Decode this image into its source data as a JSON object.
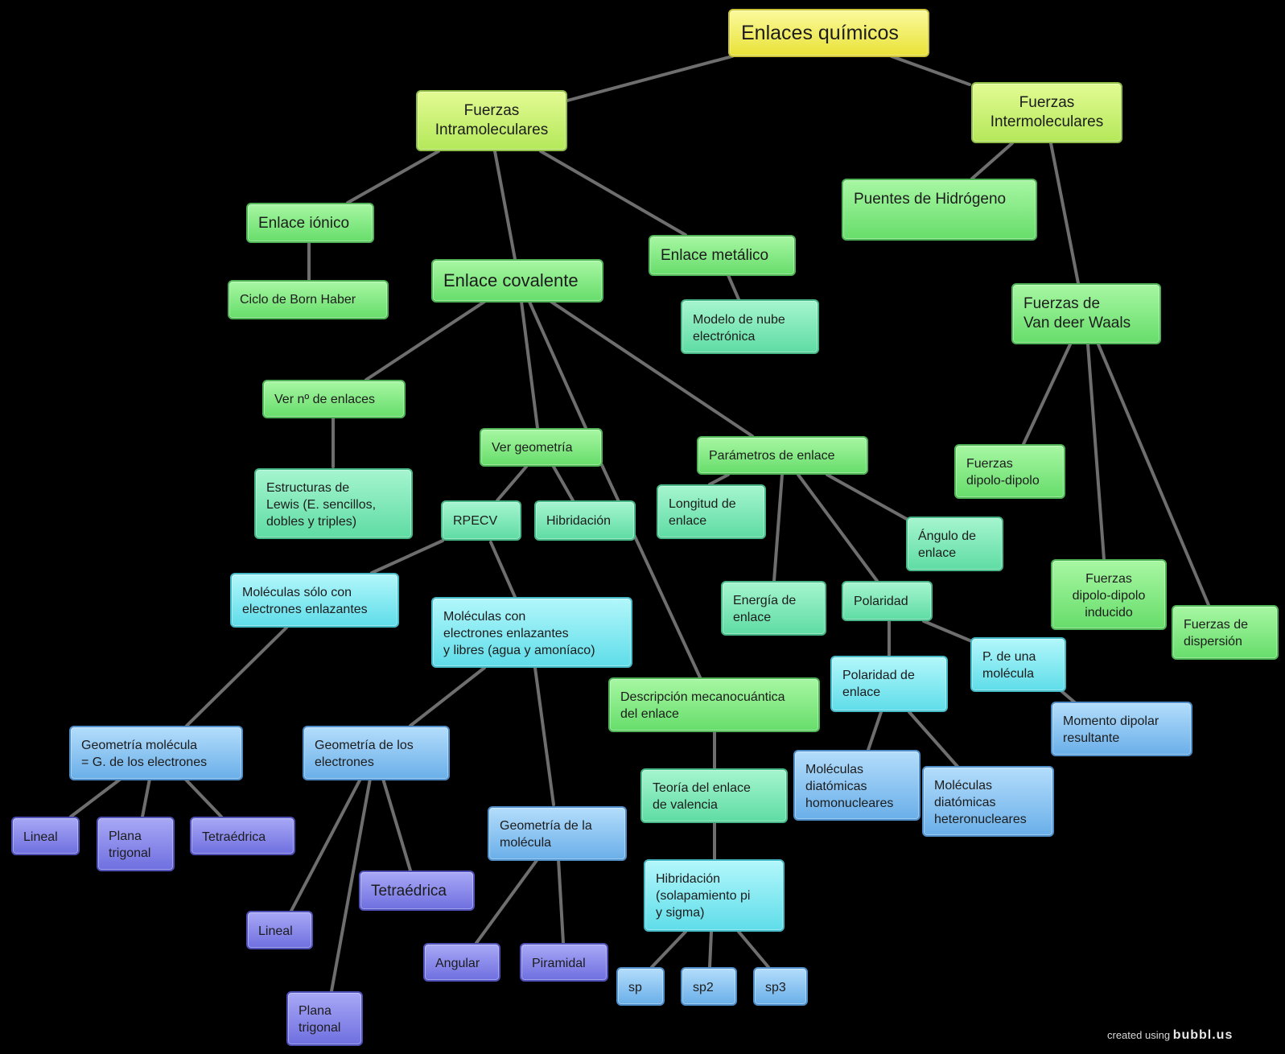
{
  "nodes": {
    "root": "Enlaces químicos",
    "intra": "Fuerzas\nIntramoleculares",
    "inter": "Fuerzas\nIntermoleculares",
    "ionico": "Enlace iónico",
    "born": "Ciclo de Born Haber",
    "covalente": "Enlace covalente",
    "metalico": "Enlace metálico",
    "nube": "Modelo de nube\nelectrónica",
    "puentes": "Puentes de Hidrógeno",
    "vanderwaals": "Fuerzas de\nVan deer Waals",
    "numenlaces": "Ver nº de enlaces",
    "lewis": "Estructuras de\nLewis (E. sencillos,\ndobles y triples)",
    "geometria": "Ver geometría",
    "rpecv": "RPECV",
    "hibridacion": "Hibridación",
    "parametros": "Parámetros de enlace",
    "longitud": "Longitud de\nenlace",
    "energia": "Energía de\nenlace",
    "polaridad": "Polaridad",
    "angulo": "Ángulo de\nenlace",
    "dipolo": "Fuerzas\ndipolo-dipolo",
    "dipinducido": "Fuerzas\ndipolo-dipolo\ninducido",
    "dispersion": "Fuerzas de\ndispersión",
    "molsolo": "Moléculas sólo con\nelectrones enlazantes",
    "mollibres": "Moléculas  con\nelectrones enlazantes\ny libres (agua y amoníaco)",
    "descripcion": "Descripción mecanocuántica\ndel enlace",
    "polenlace": "Polaridad de\nenlace",
    "pmolecula": "P. de una\nmolécula",
    "momento": "Momento dipolar\nresultante",
    "geomol": "Geometría molécula\n= G. de los electrones",
    "geoelec": "Geometría de los\nelectrones",
    "teoria": "Teoría del enlace\nde valencia",
    "homo": "Moléculas\ndiatómicas\nhomonucleares",
    "hetero": "Moléculas\ndiatómicas\nheteronucleares",
    "lineal1": "Lineal",
    "plana1": "Plana\ntrigonal",
    "tetra1": "Tetraédrica",
    "tetra2": "Tetraédrica",
    "geomolecula": "Geometría de la\nmolécula",
    "hibsol": "Hibridación\n(solapamiento pi\ny sigma)",
    "lineal2": "Lineal",
    "angular": "Angular",
    "piramidal": "Piramidal",
    "sp": "sp",
    "sp2": "sp2",
    "sp3": "sp3",
    "plana2": "Plana\ntrigonal"
  },
  "credit": {
    "prefix": "created using",
    "brand": "bubbl.us"
  },
  "colors": {
    "background": "#000000",
    "connector": "#6e6e6e",
    "root": "#f3ef5e",
    "light_green": "#c9f277",
    "green": "#80e784",
    "mint": "#7de8b7",
    "cyan": "#86e9f2",
    "sky": "#8cc5f1",
    "violet": "#8a8aec"
  }
}
